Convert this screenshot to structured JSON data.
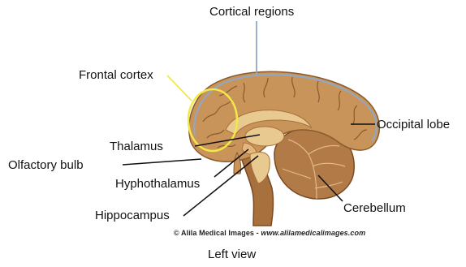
{
  "diagram": {
    "labels": {
      "cortical_regions": "Cortical regions",
      "frontal_cortex": "Frontal cortex",
      "thalamus": "Thalamus",
      "olfactory_bulb": "Olfactory bulb",
      "hypothalamus": "Hyphothalamus",
      "hippocampus": "Hippocampus",
      "occipital_lobe": "Occipital lobe",
      "cerebellum": "Cerebellum"
    },
    "credit": {
      "owner": "© Alila Medical Images",
      "separator": "-",
      "website": "www.alilamedicalimages.com"
    },
    "caption": "Left view"
  },
  "colors": {
    "cortex": "#c8945a",
    "cortex_dark": "#8a5a2c",
    "inner_light": "#e8c98f",
    "cerebellum": "#b27a46",
    "brainstem": "#a8703c",
    "cortical_line": "#8fa8c8",
    "frontal_highlight": "#f2e84a"
  }
}
